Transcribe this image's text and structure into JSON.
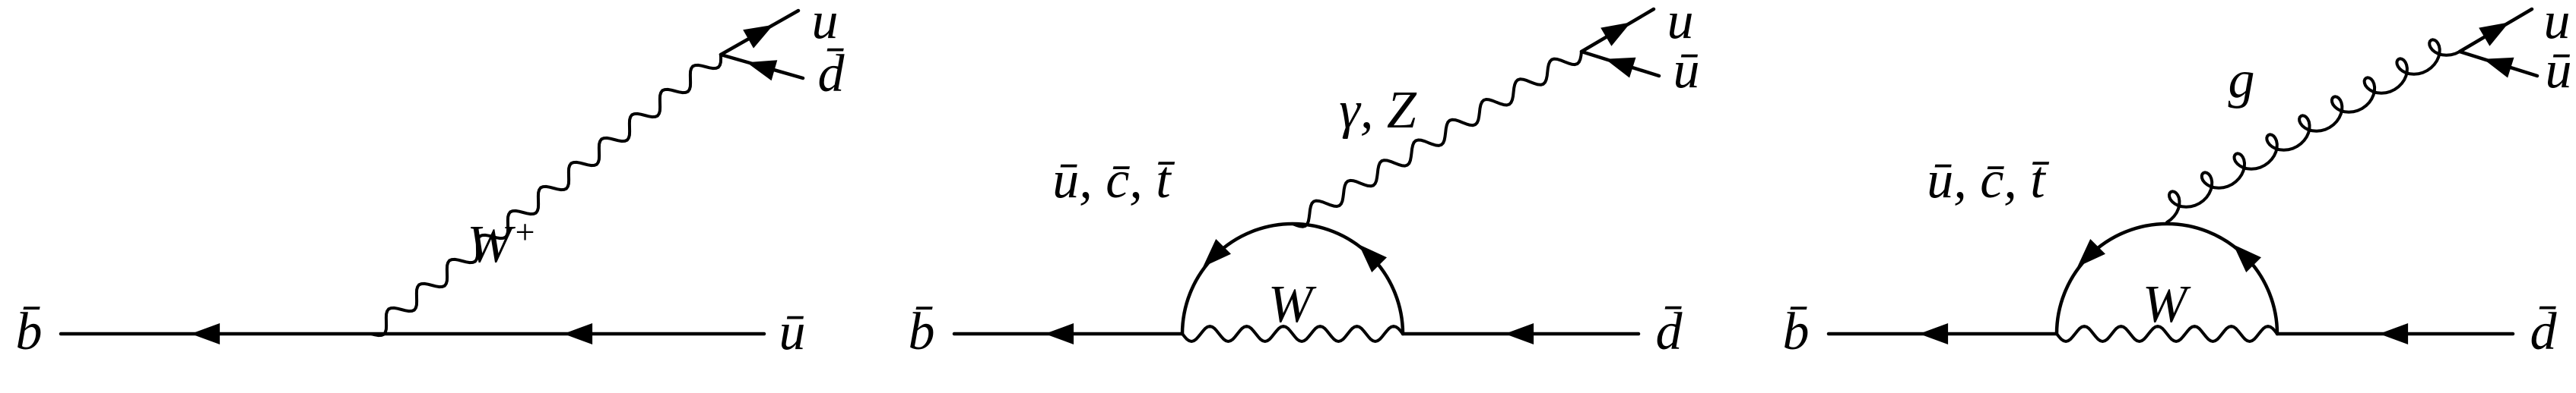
{
  "colors": {
    "background": "#ffffff",
    "line": "#000000"
  },
  "diagrams": [
    {
      "labels": {
        "incoming": "b̄",
        "spectator": "ū",
        "boson_base": "W",
        "boson_sup": "+",
        "out_top": "u",
        "out_bottom": "d̄"
      }
    },
    {
      "labels": {
        "incoming": "b̄",
        "outgoing": "d̄",
        "loop_quarks": "ū, c̄, t̄",
        "loop_boson": "W",
        "emitted_boson": "γ, Z",
        "out_top": "u",
        "out_bottom": "ū"
      }
    },
    {
      "labels": {
        "incoming": "b̄",
        "outgoing": "d̄",
        "loop_quarks": "ū, c̄, t̄",
        "loop_boson": "W",
        "emitted_boson": "g",
        "out_top": "u",
        "out_bottom": "ū"
      }
    }
  ]
}
